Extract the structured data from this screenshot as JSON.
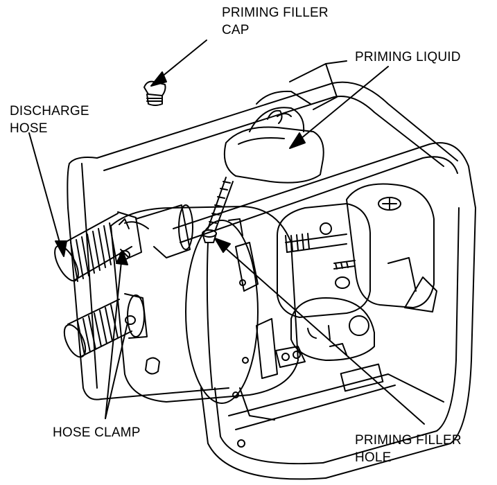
{
  "labels": {
    "priming_filler_cap": [
      "PRIMING FILLER",
      "CAP"
    ],
    "priming_liquid": [
      "PRIMING LIQUID"
    ],
    "discharge_hose": [
      "DISCHARGE",
      "HOSE"
    ],
    "hose_clamp": [
      "HOSE CLAMP"
    ],
    "priming_filler_hole": [
      "PRIMING FILLER",
      "HOLE"
    ]
  },
  "colors": {
    "line": "#000000",
    "background": "#ffffff"
  }
}
